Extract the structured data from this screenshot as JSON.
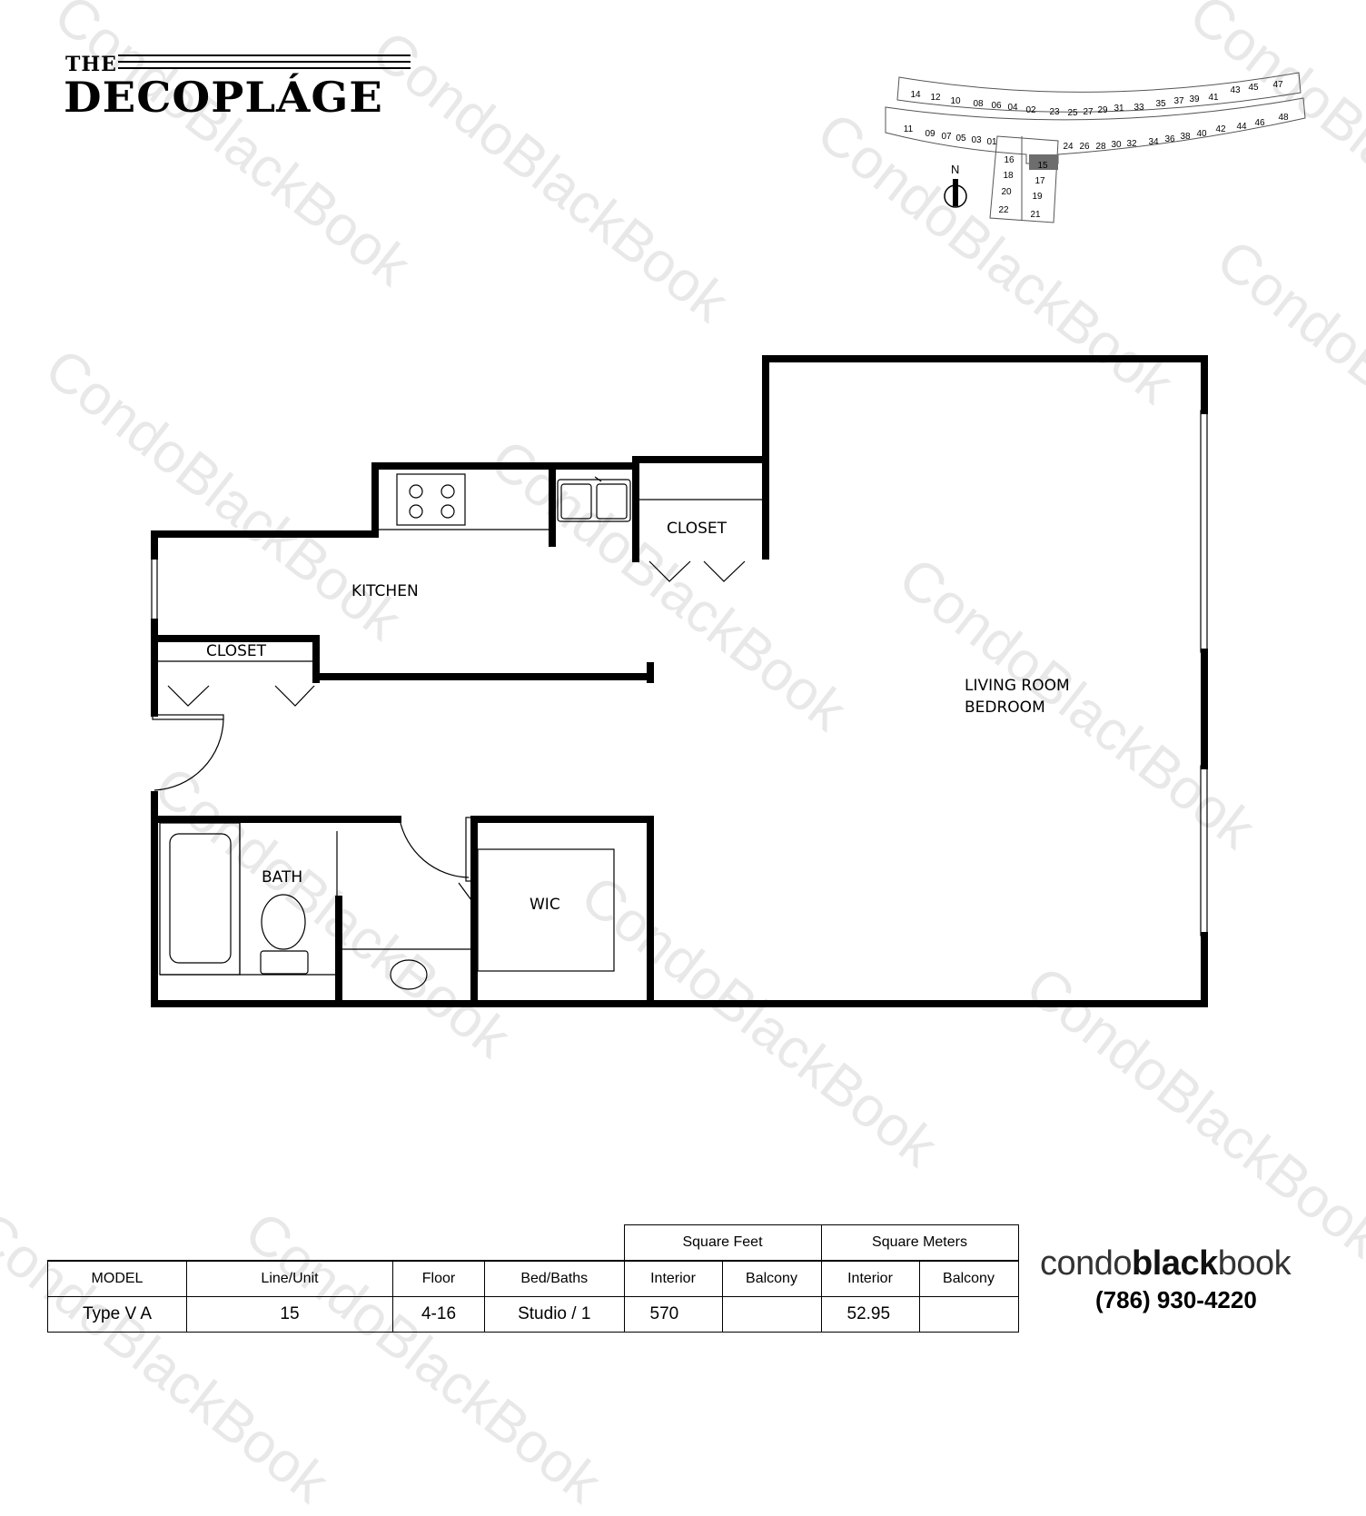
{
  "logo": {
    "line1": "THE",
    "line2": "DECOPLÁGE"
  },
  "keyplan": {
    "north_label": "N",
    "highlighted_unit": "15",
    "highlight_color": "#6d6d6d",
    "units": [
      "14",
      "12",
      "10",
      "08",
      "06",
      "04",
      "02",
      "23",
      "25",
      "27",
      "29",
      "31",
      "33",
      "35",
      "37",
      "39",
      "41",
      "43",
      "45",
      "47",
      "11",
      "09",
      "07",
      "05",
      "03",
      "01",
      "24",
      "26",
      "28",
      "30",
      "32",
      "34",
      "36",
      "38",
      "40",
      "42",
      "44",
      "46",
      "48",
      "16",
      "18",
      "20",
      "22",
      "15",
      "17",
      "19",
      "21"
    ]
  },
  "rooms": {
    "kitchen": "KITCHEN",
    "closet_top": "CLOSET",
    "closet_left": "CLOSET",
    "living_line1": "LIVING ROOM",
    "living_line2": "BEDROOM",
    "bath": "BATH",
    "wic": "WIC"
  },
  "table": {
    "group_headers": [
      "Square Feet",
      "Square Meters"
    ],
    "headers": [
      "MODEL",
      "Line/Unit",
      "Floor",
      "Bed/Baths",
      "Interior",
      "Balcony",
      "Interior",
      "Balcony"
    ],
    "row": [
      "Type V A",
      "15",
      "4-16",
      "Studio / 1",
      "570",
      "",
      "52.95",
      ""
    ]
  },
  "brand": {
    "part1": "condo",
    "part2": "black",
    "part3": "book",
    "phone": "(786) 930-4220"
  },
  "watermark": "CondoBlackBook"
}
